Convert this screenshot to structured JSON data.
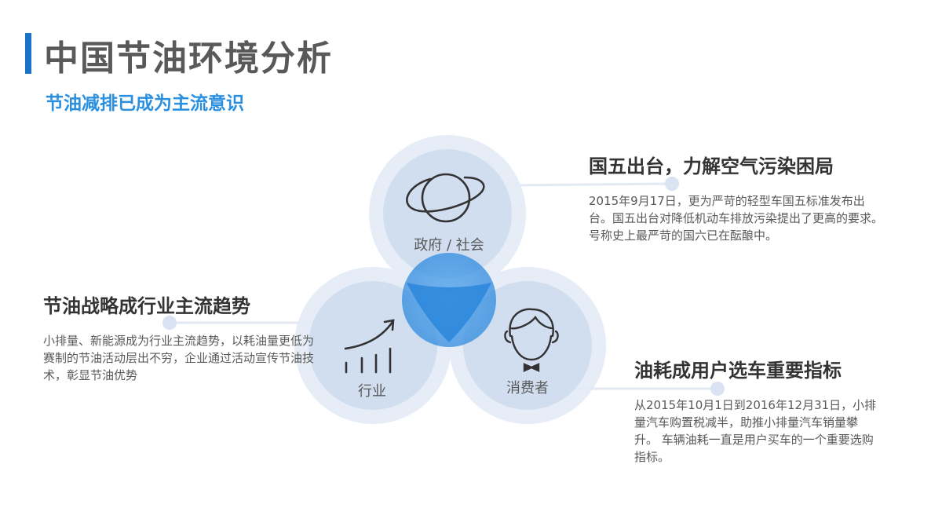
{
  "header": {
    "title": "中国节油环境分析",
    "subtitle": "节油减排已成为主流意识"
  },
  "diagram": {
    "circles": [
      {
        "label": "政府 / 社会",
        "icon": "planet-icon"
      },
      {
        "label": "行业",
        "icon": "growth-chart-icon"
      },
      {
        "label": "消费者",
        "icon": "person-icon"
      }
    ]
  },
  "blocks": [
    {
      "title": "国五出台，力解空气污染困局",
      "text": "2015年9月17日，更为严苛的轻型车国五标准发布出台。国五出台对降低机动车排放污染提出了更高的要求。号称史上最严苛的国六已在酝酿中。"
    },
    {
      "title": "节油战略成行业主流趋势",
      "text": "小排量、新能源成为行业主流趋势，以耗油量更低为赛制的节油活动层出不穷，企业通过活动宣传节油技术，彰显节油优势"
    },
    {
      "title": "油耗成用户选车重要指标",
      "text": "从2015年10月1日到2016年12月31日，小排量汽车购置税减半，助推小排量汽车销量攀升。 车辆油耗一直是用户买车的一个重要选购指标。"
    }
  ],
  "colors": {
    "accent": "#1a73c8",
    "subtitle": "#2b8fe0",
    "ring": "#dfe7f4",
    "circle": "#c9d8ec",
    "center": "#2a86dc"
  }
}
